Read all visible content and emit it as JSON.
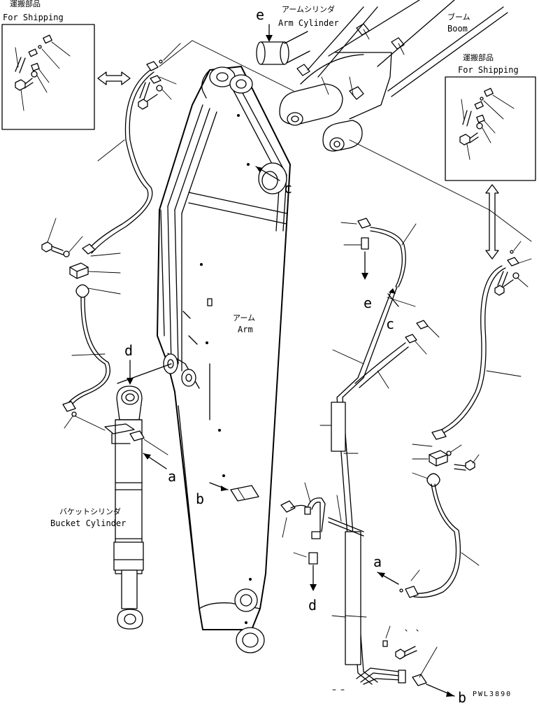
{
  "labels": {
    "shipping_left_jp": "運搬部品",
    "shipping_left_en": "For Shipping",
    "shipping_right_jp": "運搬部品",
    "shipping_right_en": "For Shipping",
    "arm_cylinder_jp": "アームシリンダ",
    "arm_cylinder_en": "Arm Cylinder",
    "boom_jp": "ブーム",
    "boom_en": "Boom",
    "arm_jp": "アーム",
    "arm_en": "Arm",
    "bucket_cylinder_jp": "バケットシリンダ",
    "bucket_cylinder_en": "Bucket Cylinder",
    "drawing_code": "PWL3890"
  },
  "ref_letters": {
    "e_top": "e",
    "c_arm": "c",
    "e_right": "e",
    "c_right": "c",
    "d_top": "d",
    "a_left": "a",
    "b_left": "b",
    "a_right": "a",
    "d_bottom": "d",
    "b_bottom": "b"
  }
}
